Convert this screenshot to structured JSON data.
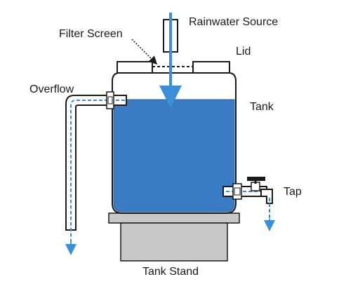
{
  "labels": {
    "rainwater_source": "Rainwater Source",
    "filter_screen": "Filter Screen",
    "lid": "Lid",
    "overflow": "Overflow",
    "tank": "Tank",
    "tap": "Tap",
    "tank_stand": "Tank Stand"
  },
  "colors": {
    "water": "#3a7cc4",
    "water_edge": "#2a5f9a",
    "flow_arrow": "#3a8fd8",
    "stand": "#c8c8c8",
    "outline": "#1a1a1a",
    "pipe_fill": "#ffffff"
  }
}
